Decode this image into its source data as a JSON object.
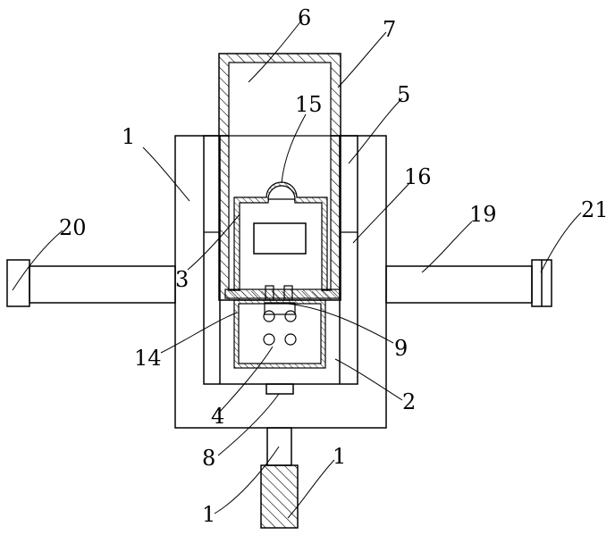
{
  "labels": {
    "n1_left": "1",
    "n1_bottom_left": "1",
    "n1_bottom_right": "1",
    "n2": "2",
    "n3": "3",
    "n4": "4",
    "n5": "5",
    "n6": "6",
    "n7": "7",
    "n8": "8",
    "n9": "9",
    "n14": "14",
    "n15": "15",
    "n16": "16",
    "n19": "19",
    "n20": "20",
    "n21": "21"
  }
}
